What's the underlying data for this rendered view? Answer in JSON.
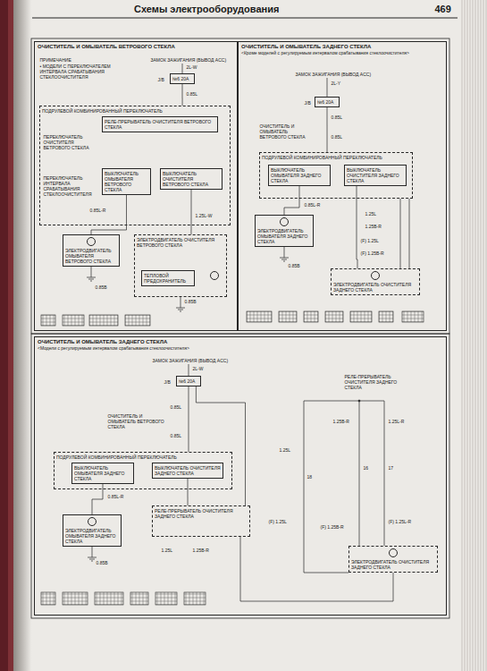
{
  "diagram": {
    "title": "Схемы электрооборудования",
    "nodes": [
      {
        "text": [
          "ОЧИСТИТЕЛЬ И ОМЫВАТЕЛЬ ВЕТРОВОГО СТЕКЛА"
        ]
      },
      {
        "text": [
          "№6 20A"
        ],
        "in": 0
      },
      {
        "text": [
          "ПОДРУЛЕВОЙ КОМБИНИРОВАННЫЙ ПЕРЕКЛЮЧАТЕЛЬ"
        ],
        "in": 0
      },
      {
        "text": [
          "РЕЛЕ-ПРЕРЫВАТЕЛЬ ОЧИСТИТЕЛЯ ВЕТРОВОГО СТЕКЛА"
        ],
        "in": 2
      },
      {
        "text": [
          "ВЫКЛЮЧАТЕЛЬ ОМЫВАТЕЛЯ ВЕТРОВОГО СТЕКЛА"
        ],
        "in": 2
      },
      {
        "text": [
          "ВЫКЛЮЧАТЕЛЬ ОЧИСТИТЕЛЯ ВЕТРОВОГО СТЕКЛА"
        ],
        "in": 2
      },
      {
        "text": [
          "ЭЛЕКТРОДВИГАТЕЛЬ ОМЫВАТЕЛЯ ВЕТРОВОГО СТЕКЛА"
        ],
        "in": 0
      },
      {
        "text": [
          "ЭЛЕКТРОДВИГАТЕЛЬ ОЧИСТИТЕЛЯ ВЕТРОВОГО СТЕКЛА"
        ],
        "in": 0
      },
      {
        "text": [
          "ТЕПЛОВОЙ ПРЕДОХРАНИТЕЛЬ"
        ],
        "in": 7
      },
      {
        "text": [
          "ОЧИСТИТЕЛЬ И ОМЫВАТЕЛЬ ЗАДНЕГО СТЕКЛА",
          "<Кроме моделей с регулируемым интервалом срабатывания стеклоочистителя>"
        ]
      },
      {
        "text": [
          "№6 20A"
        ],
        "in": 9
      },
      {
        "text": [
          "ПОДРУЛЕВОЙ КОМБИНИРОВАННЫЙ ПЕРЕКЛЮЧАТЕЛЬ"
        ],
        "in": 9
      },
      {
        "text": [
          "ВЫКЛЮЧАТЕЛЬ ОМЫВАТЕЛЯ ЗАДНЕГО СТЕКЛА"
        ],
        "in": 11
      },
      {
        "text": [
          "ВЫКЛЮЧАТЕЛЬ ОЧИСТИТЕЛЯ ЗАДНЕГО СТЕКЛА"
        ],
        "in": 11
      },
      {
        "text": [
          "ЭЛЕКТРОДВИГАТЕЛЬ ОМЫВАТЕЛЯ ЗАДНЕГО СТЕКЛА"
        ],
        "in": 9
      },
      {
        "text": [
          "ЭЛЕКТРОДВИГАТЕЛЬ ОЧИСТИТЕЛЯ ЗАДНЕГО СТЕКЛА"
        ],
        "in": 9
      },
      {
        "text": [
          "ОЧИСТИТЕЛЬ И ОМЫВАТЕЛЬ ЗАДНЕГО СТЕКЛА",
          "<Модели с регулируемым интервалом срабатывания стеклоочистителя>"
        ]
      },
      {
        "text": [
          "№6 20A"
        ],
        "in": 16
      },
      {
        "text": [
          "ПОДРУЛЕВОЙ КОМБИНИРОВАННЫЙ ПЕРЕКЛЮЧАТЕЛЬ"
        ],
        "in": 16
      },
      {
        "text": [
          "ВЫКЛЮЧАТЕЛЬ ОМЫВАТЕЛЯ ЗАДНЕГО СТЕКЛА"
        ],
        "in": 18
      },
      {
        "text": [
          "ВЫКЛЮЧАТЕЛЬ ОЧИСТИТЕЛЯ ЗАДНЕГО СТЕКЛА"
        ],
        "in": 18
      },
      {
        "text": [
          "РЕЛЕ-ПРЕРЫВАТЕЛЬ ОЧИСТИТЕЛЯ ЗАДНЕГО СТЕКЛА"
        ],
        "in": 16
      },
      {
        "text": [
          "ЭЛЕКТРОДВИГАТЕЛЬ ОМЫВАТЕЛЯ ЗАДНЕГО СТЕКЛА"
        ],
        "in": 16
      },
      {
        "text": [
          "ЭЛЕКТРОДВИГАТЕЛЬ ОЧИСТИТЕЛЯ ЗАДНЕГО СТЕКЛА"
        ],
        "in": 16
      }
    ],
    "edges": [
      {
        "from": 1,
        "to": 2,
        "arrow": "none"
      },
      {
        "from": 4,
        "to": 6,
        "arrow": "none"
      },
      {
        "from": 5,
        "to": 7,
        "arrow": "none"
      },
      {
        "from": 10,
        "to": 11,
        "arrow": "none"
      },
      {
        "from": 12,
        "to": 14,
        "arrow": "none"
      },
      {
        "from": 13,
        "to": 15,
        "arrow": "none"
      },
      {
        "from": 17,
        "to": 18,
        "arrow": "none"
      },
      {
        "from": 17,
        "to": 21,
        "arrow": "none"
      },
      {
        "from": 19,
        "to": 22,
        "arrow": "none"
      },
      {
        "from": 20,
        "to": 21,
        "arrow": "none"
      },
      {
        "from": 21,
        "to": 23,
        "arrow": "none"
      }
    ],
    "labels": [
      "469",
      "ПРИМЕЧАНИЕ",
      "• МОДЕЛИ С ПЕРЕКЛЮЧАТЕЛЕМ ИНТЕРВАЛА СРАБАТЫВАНИЯ СТЕКЛООЧИСТИТЕЛЯ",
      "ЗАМОК ЗАЖИГАНИЯ (ВЫВОД ACC)",
      "2L-W",
      "J/B",
      "0.85L",
      "ПЕРЕКЛЮЧАТЕЛЬ ОЧИСТИТЕЛЯ ВЕТРОВОГО СТЕКЛА",
      "ПЕРЕКЛЮЧАТЕЛЬ ИНТЕРВАЛА СРАБАТЫВАНИЯ СТЕКЛООЧИСТИТЕЛЯ",
      "0.85L-R",
      "1.25L-W",
      "0.85B",
      "0.85B",
      "ЗАМОК ЗАЖИГАНИЯ (ВЫВОД ACC)",
      "2L-Y",
      "J/B",
      "0.85L",
      "ОЧИСТИТЕЛЬ И ОМЫВАТЕЛЬ ВЕТРОВОГО СТЕКЛА",
      "0.85L",
      "0.85L-R",
      "1.25L",
      "1.25B-R",
      "(F) 1.25L",
      "(F) 1.25B-R",
      "0.85B",
      "ЗАМОК ЗАЖИГАНИЯ (ВЫВОД ACC)",
      "2L-W",
      "J/B",
      "0.85L",
      "ОЧИСТИТЕЛЬ И ОМЫВАТЕЛЬ ВЕТРОВОГО СТЕКЛА",
      "0.85L",
      "0.85L-R",
      "0.85B",
      "1.25L",
      "1.25B-R",
      "РЕЛЕ-ПРЕРЫВАТЕЛЬ ОЧИСТИТЕЛЯ ЗАДНЕГО СТЕКЛА",
      "1.25B-R",
      "1.25L-R",
      "16",
      "17",
      "1.25L",
      "18",
      "(F) 1.25B-R",
      "(F) 1.25L-R",
      "(F) 1.25L"
    ]
  }
}
